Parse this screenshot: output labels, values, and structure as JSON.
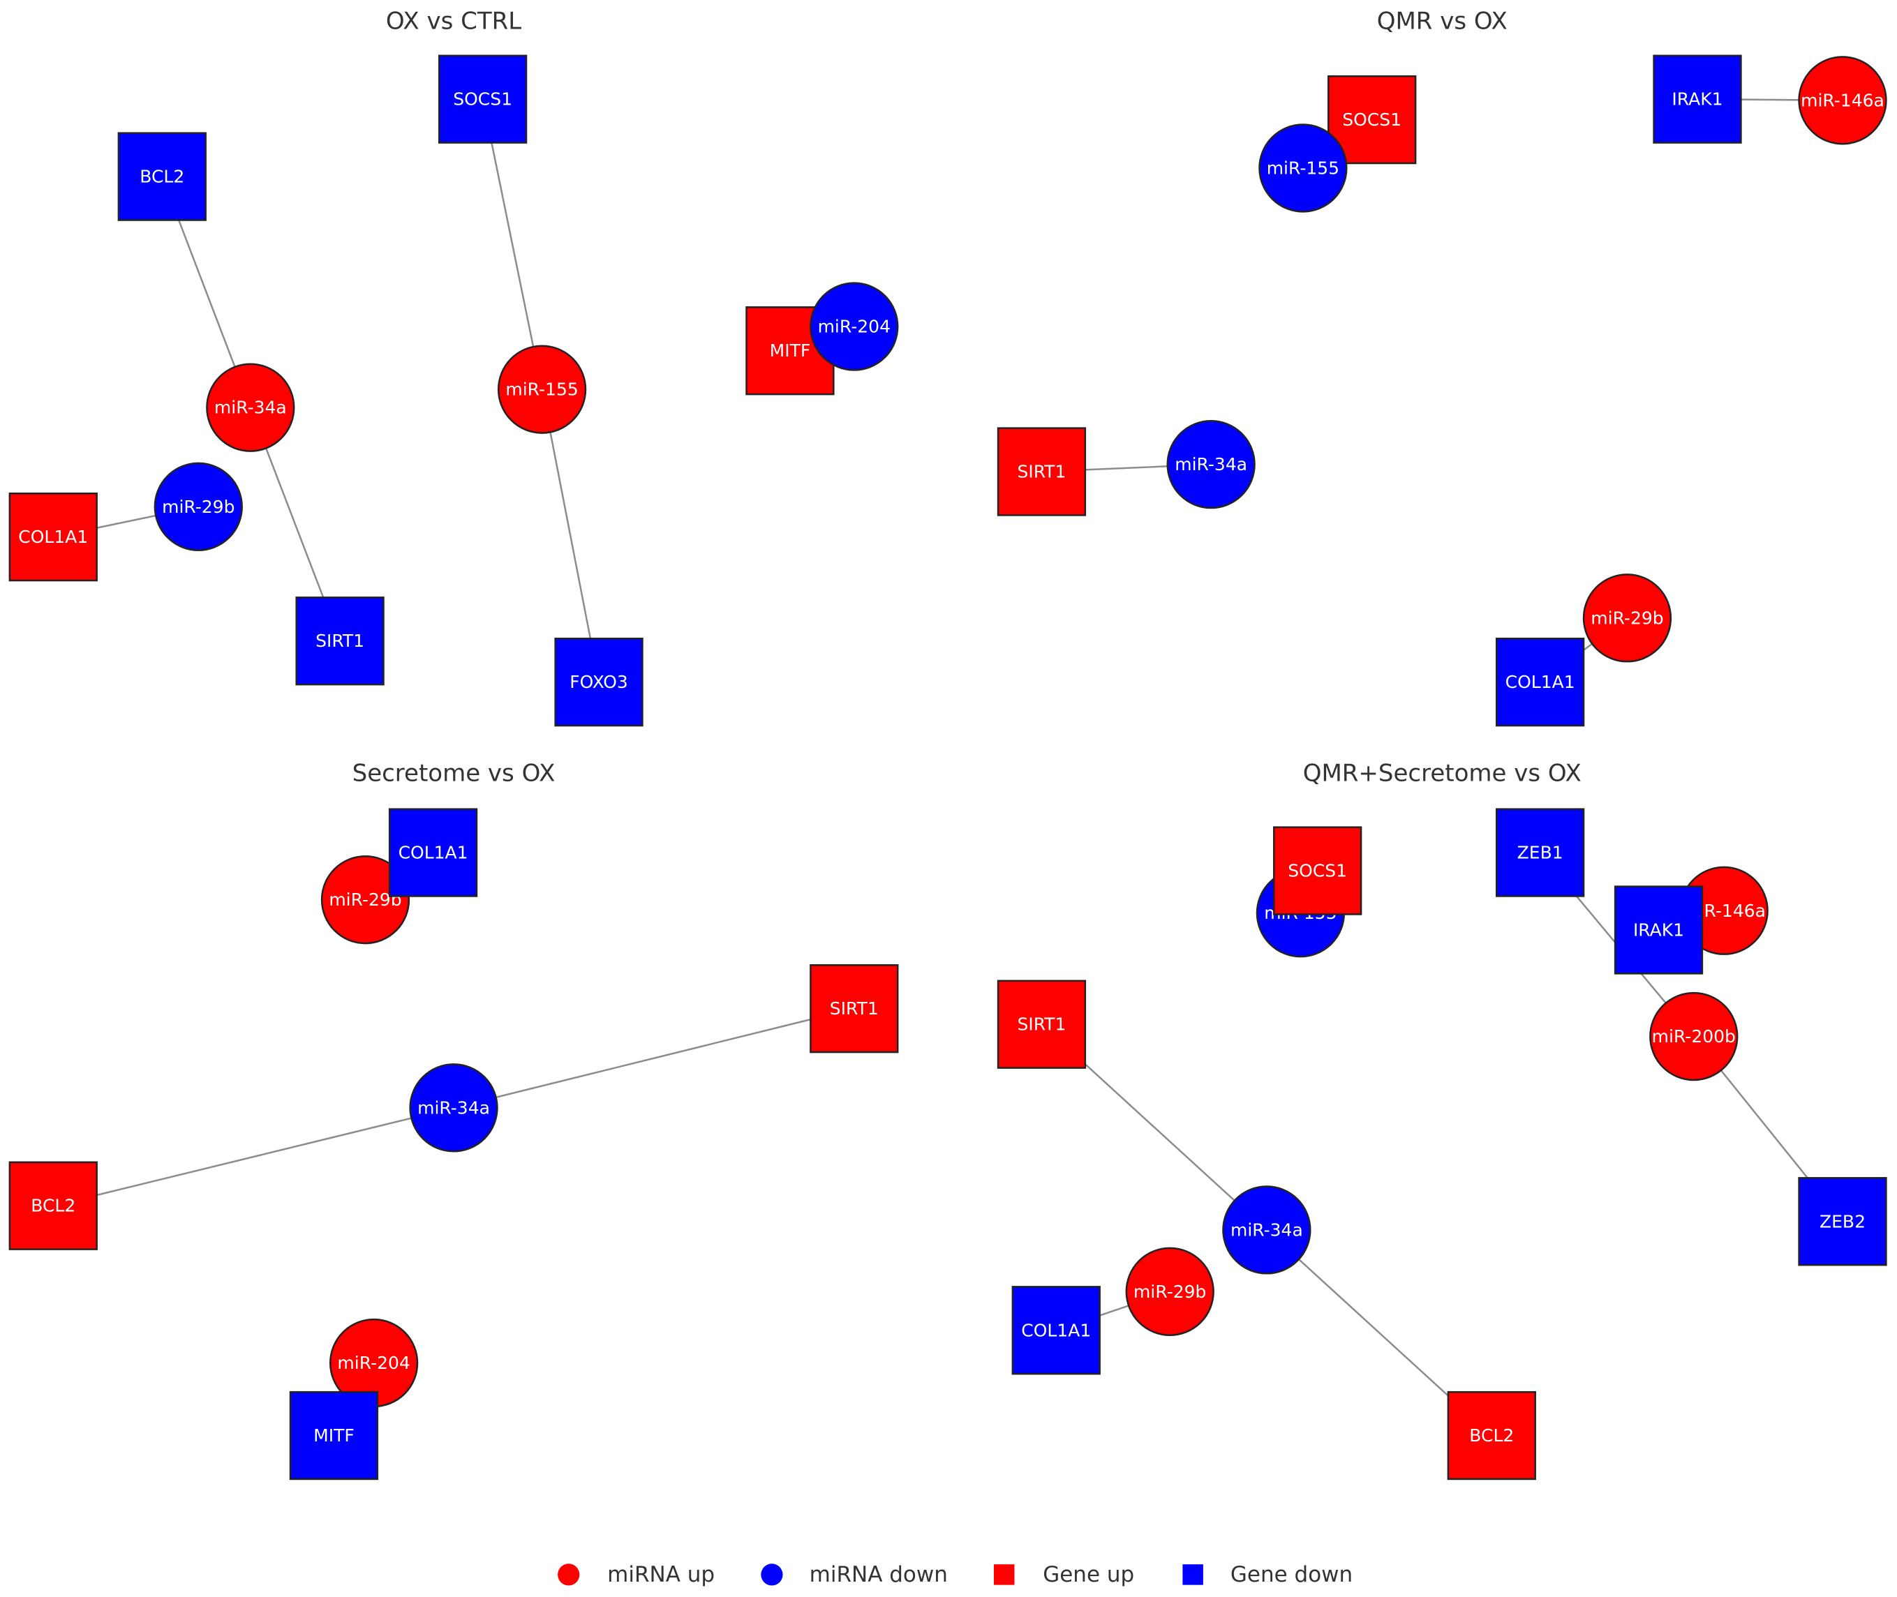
{
  "colors": {
    "up": "#ff0000",
    "down": "#0000ff"
  },
  "panels": [
    {
      "title": "OX vs CTRL",
      "nodes": [
        {
          "id": "SOCS1",
          "label": "SOCS1",
          "kind": "gene",
          "dir": "down"
        },
        {
          "id": "BCL2",
          "label": "BCL2",
          "kind": "gene",
          "dir": "down"
        },
        {
          "id": "miR-34a",
          "label": "miR-34a",
          "kind": "mirna",
          "dir": "up"
        },
        {
          "id": "miR-155",
          "label": "miR-155",
          "kind": "mirna",
          "dir": "up"
        },
        {
          "id": "MITF",
          "label": "MITF",
          "kind": "gene",
          "dir": "up"
        },
        {
          "id": "miR-204",
          "label": "miR-204",
          "kind": "mirna",
          "dir": "down"
        },
        {
          "id": "COL1A1",
          "label": "COL1A1",
          "kind": "gene",
          "dir": "up"
        },
        {
          "id": "miR-29b",
          "label": "miR-29b",
          "kind": "mirna",
          "dir": "down"
        },
        {
          "id": "SIRT1",
          "label": "SIRT1",
          "kind": "gene",
          "dir": "down"
        },
        {
          "id": "FOXO3",
          "label": "FOXO3",
          "kind": "gene",
          "dir": "down"
        }
      ],
      "edges": [
        [
          "BCL2",
          "miR-34a"
        ],
        [
          "miR-34a",
          "SIRT1"
        ],
        [
          "SOCS1",
          "miR-155"
        ],
        [
          "miR-155",
          "FOXO3"
        ],
        [
          "COL1A1",
          "miR-29b"
        ],
        [
          "MITF",
          "miR-204"
        ]
      ]
    },
    {
      "title": "QMR vs OX",
      "nodes": [
        {
          "id": "SOCS1",
          "label": "SOCS1",
          "kind": "gene",
          "dir": "up"
        },
        {
          "id": "miR-155",
          "label": "miR-155",
          "kind": "mirna",
          "dir": "down"
        },
        {
          "id": "IRAK1",
          "label": "IRAK1",
          "kind": "gene",
          "dir": "down"
        },
        {
          "id": "miR-146a",
          "label": "miR-146a",
          "kind": "mirna",
          "dir": "up"
        },
        {
          "id": "SIRT1",
          "label": "SIRT1",
          "kind": "gene",
          "dir": "up"
        },
        {
          "id": "miR-34a",
          "label": "miR-34a",
          "kind": "mirna",
          "dir": "down"
        },
        {
          "id": "miR-29b",
          "label": "miR-29b",
          "kind": "mirna",
          "dir": "up"
        },
        {
          "id": "COL1A1",
          "label": "COL1A1",
          "kind": "gene",
          "dir": "down"
        }
      ],
      "edges": [
        [
          "SOCS1",
          "miR-155"
        ],
        [
          "IRAK1",
          "miR-146a"
        ],
        [
          "SIRT1",
          "miR-34a"
        ],
        [
          "COL1A1",
          "miR-29b"
        ]
      ]
    },
    {
      "title": "Secretome vs OX",
      "nodes": [
        {
          "id": "miR-29b",
          "label": "miR-29b",
          "kind": "mirna",
          "dir": "up"
        },
        {
          "id": "COL1A1",
          "label": "COL1A1",
          "kind": "gene",
          "dir": "down"
        },
        {
          "id": "SIRT1",
          "label": "SIRT1",
          "kind": "gene",
          "dir": "up"
        },
        {
          "id": "miR-34a",
          "label": "miR-34a",
          "kind": "mirna",
          "dir": "down"
        },
        {
          "id": "BCL2",
          "label": "BCL2",
          "kind": "gene",
          "dir": "up"
        },
        {
          "id": "miR-204",
          "label": "miR-204",
          "kind": "mirna",
          "dir": "up"
        },
        {
          "id": "MITF",
          "label": "MITF",
          "kind": "gene",
          "dir": "down"
        }
      ],
      "edges": [
        [
          "COL1A1",
          "miR-29b"
        ],
        [
          "BCL2",
          "miR-34a"
        ],
        [
          "miR-34a",
          "SIRT1"
        ],
        [
          "MITF",
          "miR-204"
        ]
      ]
    },
    {
      "title": "QMR+Secretome vs OX",
      "nodes": [
        {
          "id": "miR-155",
          "label": "miR-155",
          "kind": "mirna",
          "dir": "down"
        },
        {
          "id": "SOCS1",
          "label": "SOCS1",
          "kind": "gene",
          "dir": "up"
        },
        {
          "id": "ZEB1",
          "label": "ZEB1",
          "kind": "gene",
          "dir": "down"
        },
        {
          "id": "miR-146a",
          "label": "miR-146a",
          "kind": "mirna",
          "dir": "up"
        },
        {
          "id": "IRAK1",
          "label": "IRAK1",
          "kind": "gene",
          "dir": "down"
        },
        {
          "id": "miR-200b",
          "label": "miR-200b",
          "kind": "mirna",
          "dir": "up"
        },
        {
          "id": "SIRT1",
          "label": "SIRT1",
          "kind": "gene",
          "dir": "up"
        },
        {
          "id": "ZEB2",
          "label": "ZEB2",
          "kind": "gene",
          "dir": "down"
        },
        {
          "id": "miR-34a",
          "label": "miR-34a",
          "kind": "mirna",
          "dir": "down"
        },
        {
          "id": "COL1A1",
          "label": "COL1A1",
          "kind": "gene",
          "dir": "down"
        },
        {
          "id": "miR-29b",
          "label": "miR-29b",
          "kind": "mirna",
          "dir": "up"
        },
        {
          "id": "BCL2",
          "label": "BCL2",
          "kind": "gene",
          "dir": "up"
        }
      ],
      "edges": [
        [
          "ZEB1",
          "miR-200b"
        ],
        [
          "miR-200b",
          "ZEB2"
        ],
        [
          "IRAK1",
          "miR-146a"
        ],
        [
          "SOCS1",
          "miR-155"
        ],
        [
          "SIRT1",
          "miR-34a"
        ],
        [
          "miR-34a",
          "BCL2"
        ],
        [
          "COL1A1",
          "miR-29b"
        ]
      ]
    }
  ],
  "legend": [
    {
      "label": "miRNA up",
      "kind": "mirna",
      "dir": "up"
    },
    {
      "label": "miRNA down",
      "kind": "mirna",
      "dir": "down"
    },
    {
      "label": "Gene up",
      "kind": "gene",
      "dir": "up"
    },
    {
      "label": "Gene down",
      "kind": "gene",
      "dir": "down"
    }
  ]
}
